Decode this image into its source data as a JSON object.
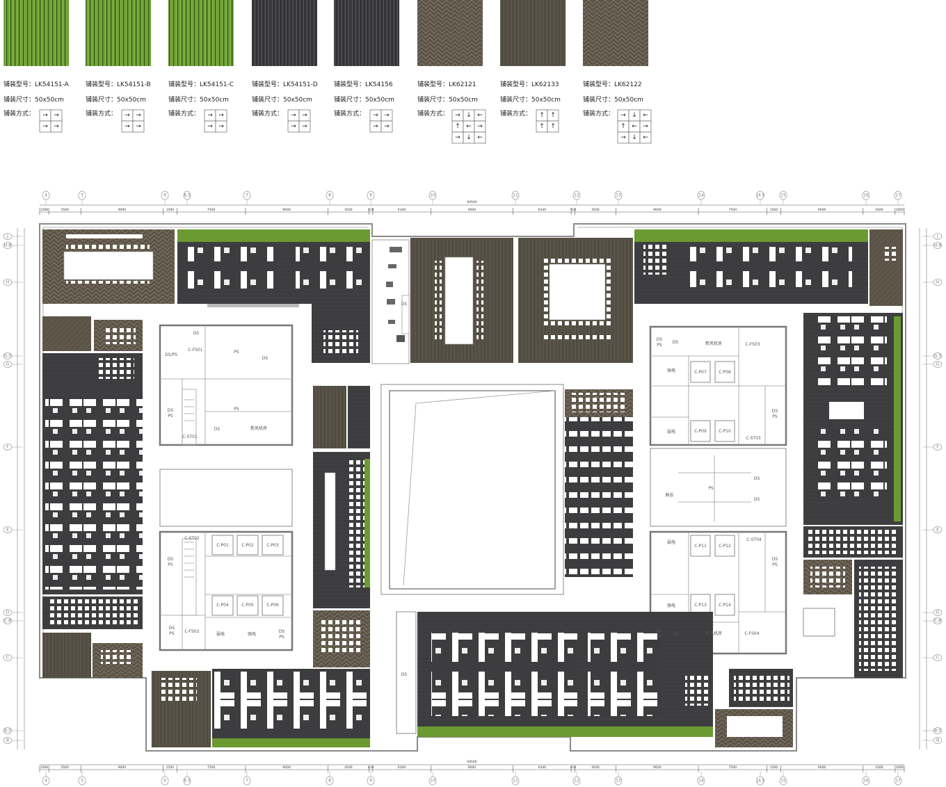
{
  "swatches": [
    {
      "model": "铺装型号：LK54151-A",
      "size": "铺装尺寸：50x50cm",
      "method": "铺装方式：",
      "kind": "green",
      "grid": [
        "→",
        "→",
        "→",
        "→"
      ]
    },
    {
      "model": "铺装型号：LK54151-B",
      "size": "铺装尺寸：50x50cm",
      "method": "铺装方式：",
      "kind": "green",
      "grid": [
        "→",
        "→",
        "→",
        "→"
      ]
    },
    {
      "model": "铺装型号：LK54151-C",
      "size": "铺装尺寸：50x50cm",
      "method": "铺装方式：",
      "kind": "green",
      "grid": [
        "→",
        "→",
        "→",
        "→"
      ]
    },
    {
      "model": "铺装型号：LK54151-D",
      "size": "铺装尺寸：50x50cm",
      "method": "铺装方式：",
      "kind": "gray",
      "grid": [
        "→",
        "→",
        "→",
        "→"
      ]
    },
    {
      "model": "铺装型号：LK54156",
      "size": "铺装尺寸：50x50cm",
      "method": "铺装方式：",
      "kind": "gray",
      "grid": [
        "→",
        "→",
        "→",
        "→"
      ]
    },
    {
      "model": "铺装型号：LK62121",
      "size": "铺装尺寸：50x50cm",
      "method": "铺装方式：",
      "kind": "brown",
      "grid": [
        "→",
        "↓",
        "←",
        "↑",
        "←",
        "→",
        "→",
        "↓",
        "←"
      ]
    },
    {
      "model": "铺装型号：LK62133",
      "size": "铺装尺寸：50x50cm",
      "method": "铺装方式：",
      "kind": "darkbrown",
      "grid": [
        "↑",
        "↑",
        "↑",
        "↑"
      ]
    },
    {
      "model": "铺装型号：LK62122",
      "size": "铺装尺寸：50x50cm",
      "method": "铺装方式：",
      "kind": "brown",
      "grid": [
        "→",
        "↓",
        "←",
        "↑",
        "←",
        "→",
        "→",
        "↓",
        "←"
      ]
    }
  ],
  "axes": {
    "columns": [
      "4",
      "5",
      "6",
      "6.5",
      "7",
      "8",
      "9",
      "10",
      "11",
      "12",
      "13",
      "14",
      "14.5",
      "15",
      "16",
      "17"
    ],
    "rows": [
      "J",
      "H.8",
      "H",
      "G.5",
      "G",
      "F",
      "E",
      "D",
      "C.8",
      "C",
      "B.5",
      "B"
    ]
  },
  "dimensions": {
    "total": "94500",
    "segments": [
      "1000",
      "3500",
      "9000",
      "1500",
      "7500",
      "9000",
      "4500",
      "410",
      "6340",
      "9000",
      "6340",
      "410",
      "4500",
      "9000",
      "7500",
      "1500",
      "9000",
      "3500",
      "1000"
    ]
  },
  "rooms": {
    "lc": [
      "DS",
      "C-FS01",
      "DS/PS",
      "PS",
      "DS",
      "PS",
      "DS",
      "PS",
      "DS",
      "新风机房",
      "C-ST01"
    ],
    "llc": [
      "C-ST02",
      "C-P01",
      "C-P02",
      "C-P03",
      "DS",
      "PS",
      "C-P04",
      "C-P05",
      "C-P06",
      "DS",
      "PS",
      "C-FS02",
      "弱电",
      "强电",
      "DS",
      "PS"
    ],
    "rc": [
      "DS",
      "PS",
      "DS",
      "新风机房",
      "C-FS03",
      "强电",
      "C-P07",
      "C-P08",
      "弱电",
      "C-P09",
      "C-P10",
      "DS",
      "PS",
      "C-ST03",
      "PS",
      "淋浴",
      "DS",
      "DS"
    ],
    "rlc": [
      "弱电",
      "C-P11",
      "C-P12",
      "C-ST04",
      "DS",
      "PS",
      "强电",
      "C-P13",
      "C-P14",
      "DS",
      "PS",
      "DS",
      "新风机房",
      "C-FS04"
    ],
    "misc": [
      "DS",
      "DS"
    ]
  },
  "colors": {
    "green": "#6b9a32",
    "dark": "#3d3d3f",
    "brown": "#5b5347",
    "wall": "#8a8a8a"
  }
}
